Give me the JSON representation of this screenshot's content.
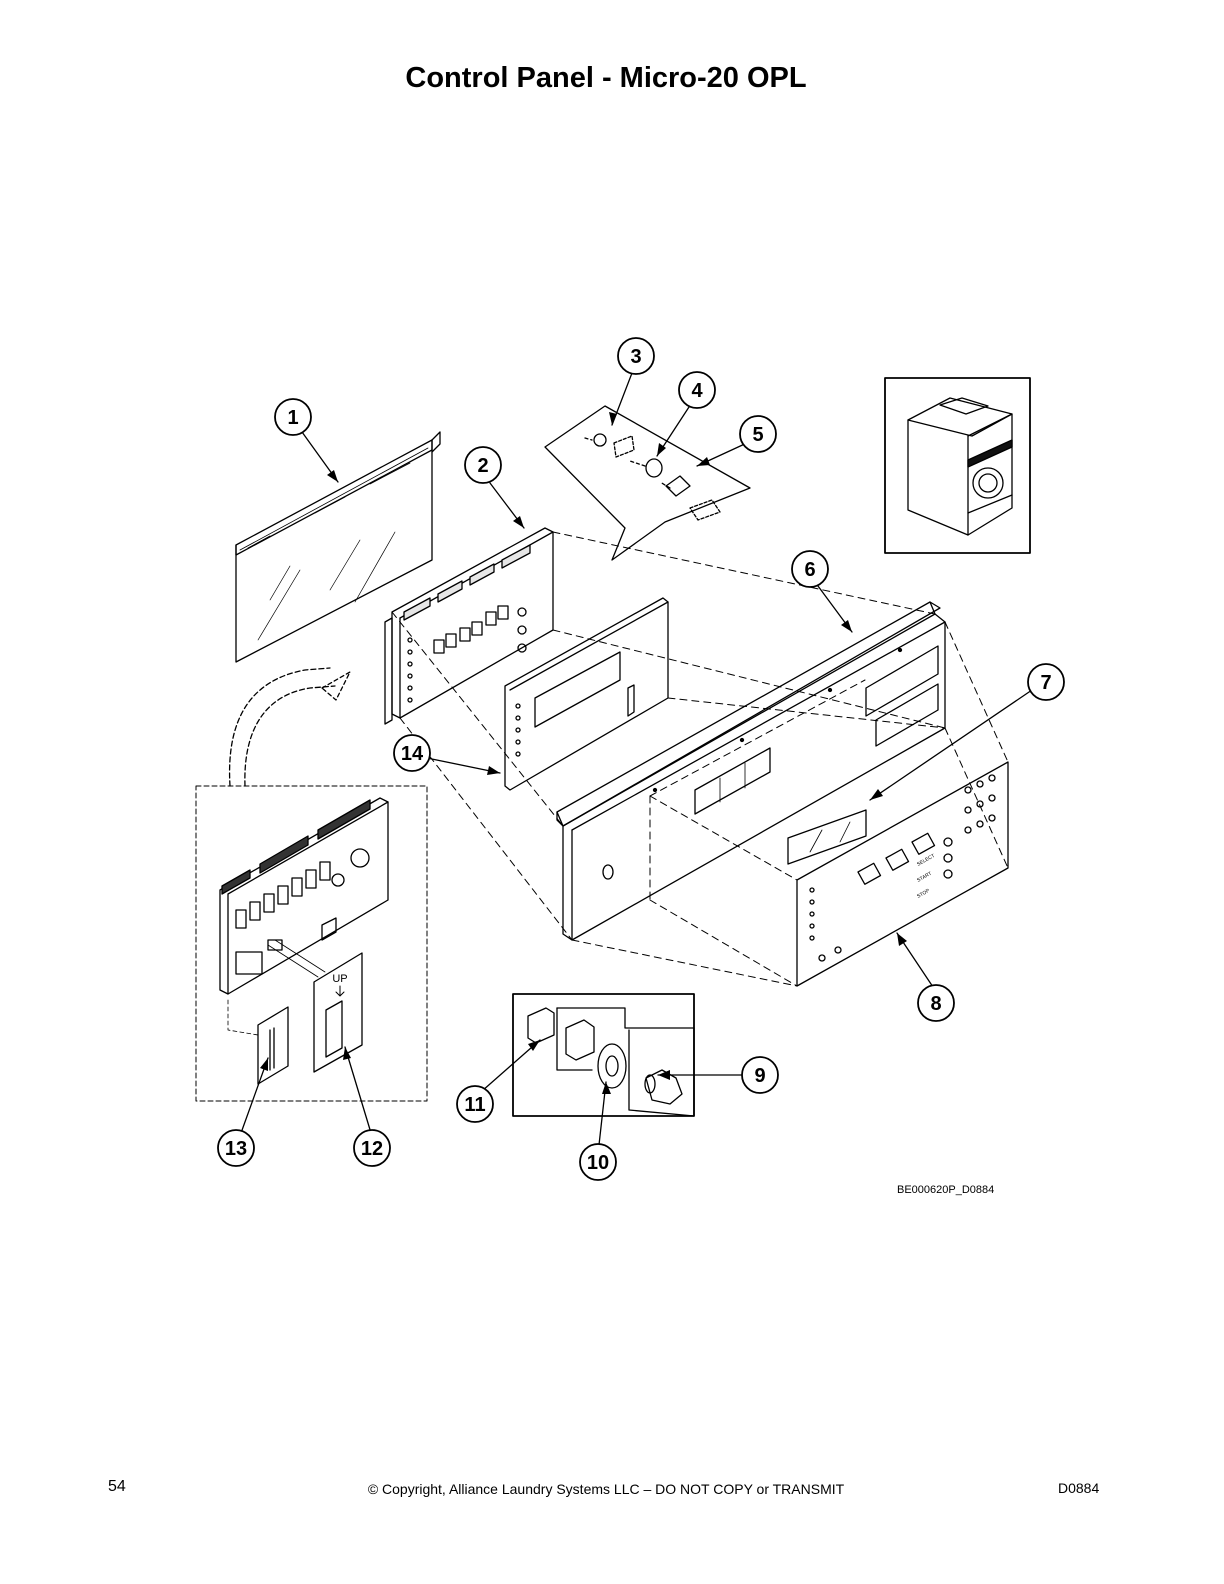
{
  "page": {
    "title": "Control Panel - Micro-20 OPL",
    "page_number": "54",
    "copyright": "© Copyright, Alliance Laundry Systems LLC – DO NOT COPY or TRANSMIT",
    "doc_id": "D0884"
  },
  "diagram": {
    "image_code": "BE000620P_D0884",
    "callouts": [
      "1",
      "2",
      "3",
      "4",
      "5",
      "6",
      "7",
      "8",
      "9",
      "10",
      "11",
      "12",
      "13",
      "14"
    ],
    "small_labels": {
      "chip_label": "UP",
      "control_labels": [
        "SELECT",
        "START",
        "STOP"
      ]
    }
  }
}
